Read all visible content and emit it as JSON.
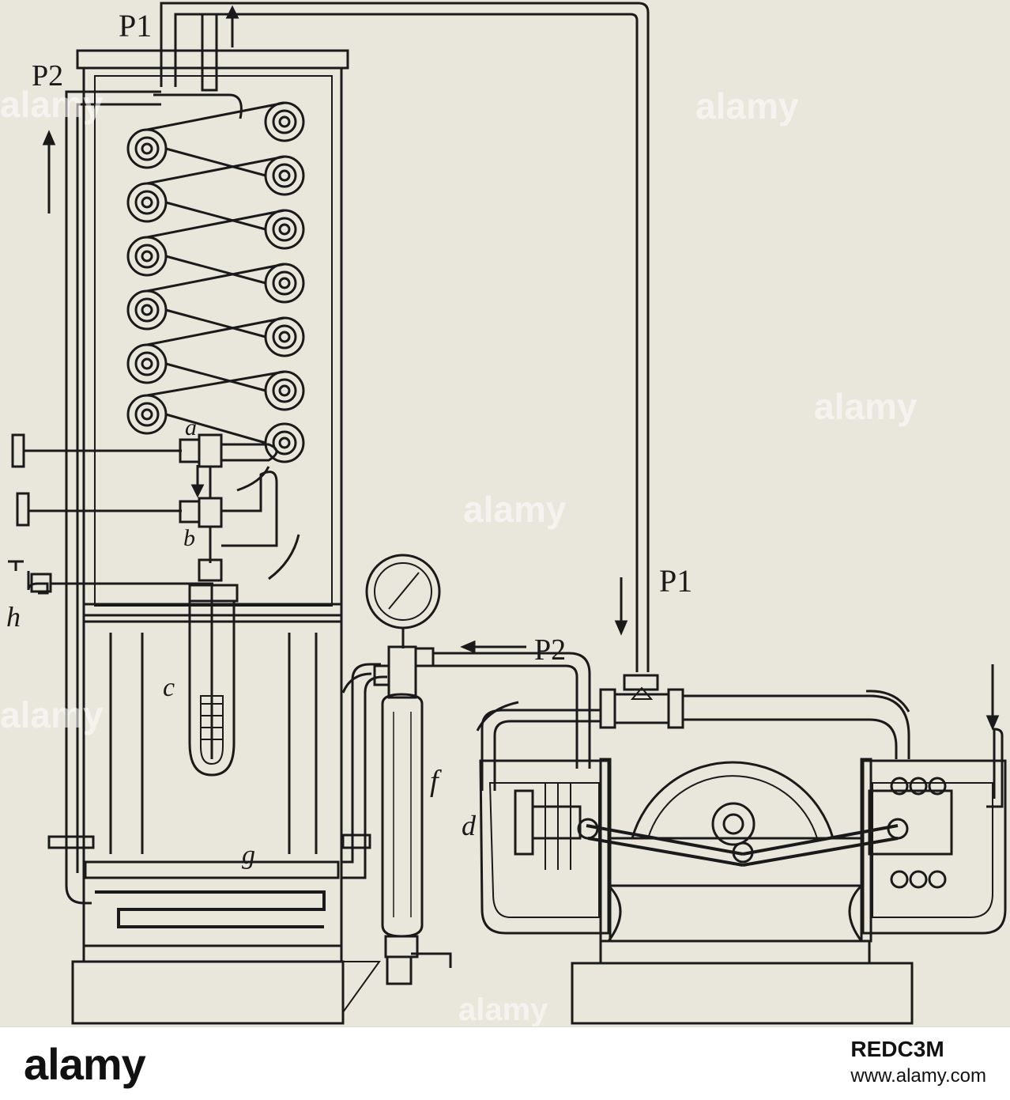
{
  "figure": {
    "labels": {
      "p1_top": "P1",
      "p2_top": "P2",
      "p1_right": "P1",
      "p2_mid": "P2",
      "a": "a",
      "b": "b",
      "c": "c",
      "d": "d",
      "f": "f",
      "g": "g",
      "h": "h"
    },
    "watermarks": [
      "alamy",
      "alamy",
      "alamy",
      "alamy",
      "alamy",
      "alamy"
    ]
  },
  "footer": {
    "brand": "alamy",
    "image_id": "REDC3M",
    "url": "www.alamy.com"
  }
}
